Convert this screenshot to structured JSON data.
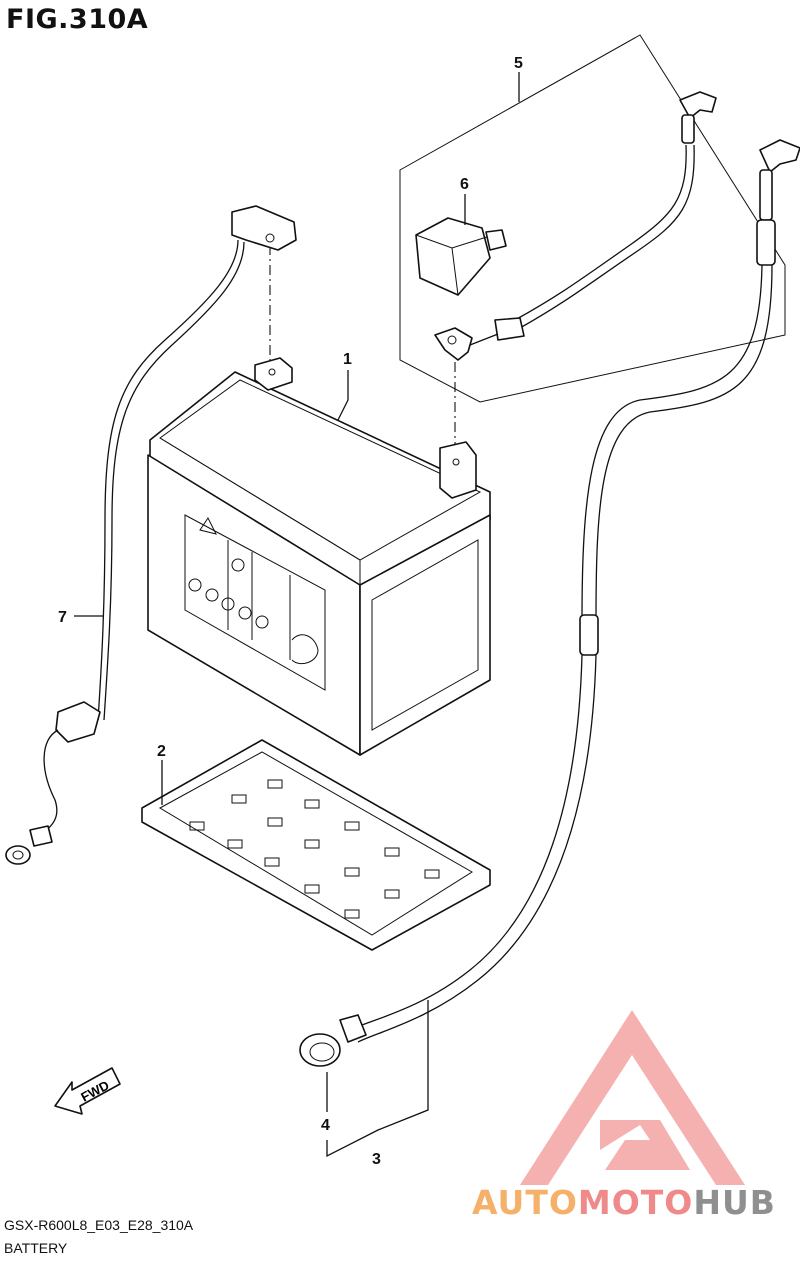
{
  "figure": {
    "title": "FIG.310A"
  },
  "callouts": [
    {
      "id": "1",
      "label": "1"
    },
    {
      "id": "2",
      "label": "2"
    },
    {
      "id": "3",
      "label": "3"
    },
    {
      "id": "4",
      "label": "4"
    },
    {
      "id": "5",
      "label": "5"
    },
    {
      "id": "6",
      "label": "6"
    },
    {
      "id": "7",
      "label": "7"
    }
  ],
  "fwd_label": "FWD",
  "footer": {
    "code": "GSX-R600L8_E03_E28_310A",
    "name": "BATTERY"
  },
  "watermark": {
    "part1": "AUTO",
    "part2": "MOTO",
    "part3": "HUB",
    "colors": {
      "orange": "#f5b06a",
      "pink": "#f08a8a",
      "gray": "#8f8f8f"
    }
  }
}
